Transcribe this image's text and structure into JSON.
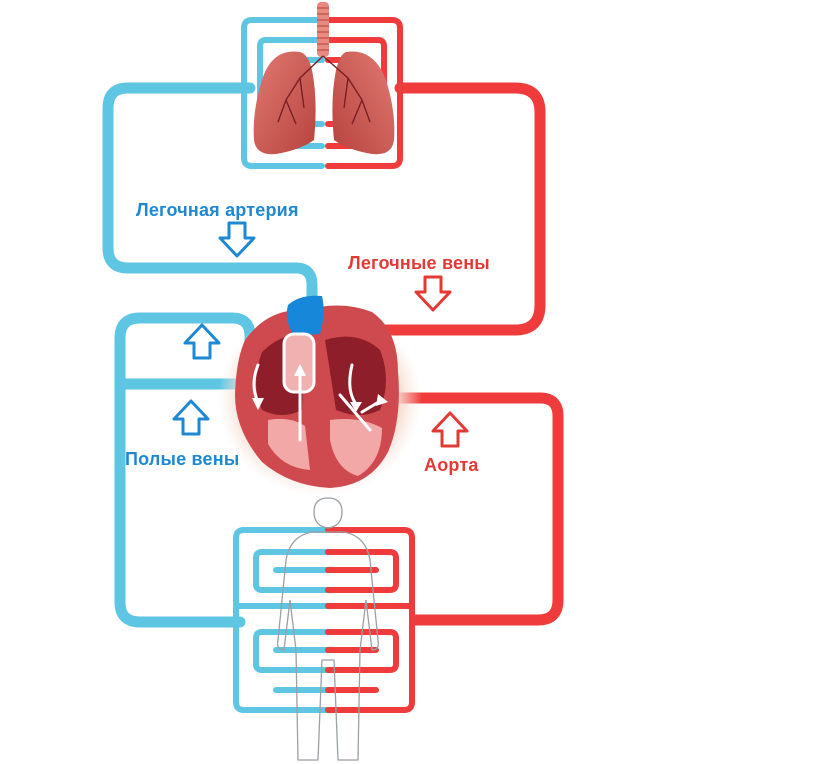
{
  "labels": {
    "pulmonary_artery": "Легочная артерия",
    "pulmonary_veins": "Легочные вены",
    "vena_cava": "Полые вены",
    "aorta": "Аорта"
  },
  "colors": {
    "deoxygenated": "#5ec6e3",
    "oxygenated": "#ef3b3b",
    "blue_text": "#1e88d2",
    "red_text": "#e53935"
  },
  "icons": {
    "pulmonary_artery_arrow": "down-arrow-icon",
    "pulmonary_veins_arrow": "down-arrow-icon",
    "vena_cava_arrows": "up-arrow-icon",
    "aorta_arrow": "up-arrow-icon"
  }
}
